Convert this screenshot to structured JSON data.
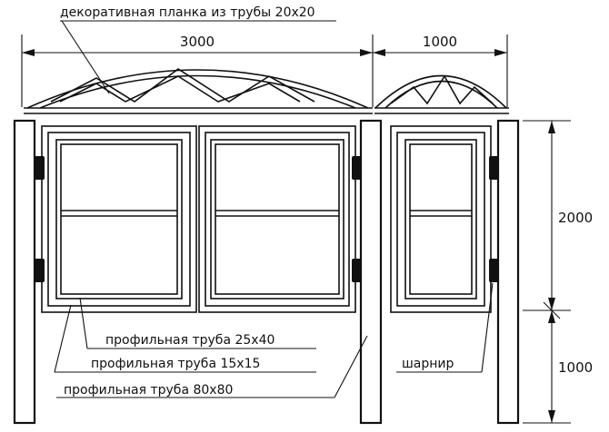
{
  "labels": {
    "decor_strip": "декоративная планка из трубы 20x20",
    "profile_25x40": "профильная труба 25x40",
    "profile_15x15": "профильная труба 15x15",
    "profile_80x80": "профильная труба 80x80",
    "hinge": "шарнир"
  },
  "dimensions": {
    "gate_width": "3000",
    "wicket_width": "1000",
    "upper_height": "2000",
    "lower_height": "1000"
  },
  "colors": {
    "ink": "#111111",
    "paper": "#ffffff"
  }
}
